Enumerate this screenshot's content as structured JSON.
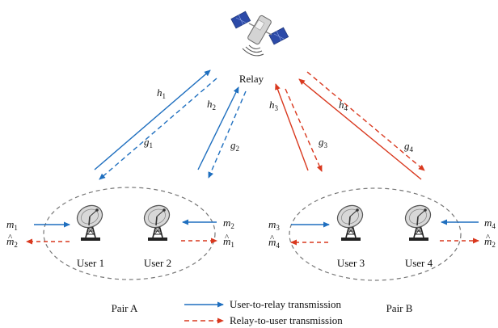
{
  "relay": {
    "label": "Relay"
  },
  "users": [
    {
      "id": "user-1",
      "label": "User 1"
    },
    {
      "id": "user-2",
      "label": "User 2"
    },
    {
      "id": "user-3",
      "label": "User 3"
    },
    {
      "id": "user-4",
      "label": "User 4"
    }
  ],
  "pairs": [
    {
      "id": "pair-a",
      "label": "Pair A"
    },
    {
      "id": "pair-b",
      "label": "Pair B"
    }
  ],
  "uplink_channels": [
    {
      "sym": "h",
      "sub": "1"
    },
    {
      "sym": "h",
      "sub": "2"
    },
    {
      "sym": "h",
      "sub": "3"
    },
    {
      "sym": "h",
      "sub": "4"
    }
  ],
  "downlink_channels": [
    {
      "sym": "g",
      "sub": "1"
    },
    {
      "sym": "g",
      "sub": "2"
    },
    {
      "sym": "g",
      "sub": "3"
    },
    {
      "sym": "g",
      "sub": "4"
    }
  ],
  "messages_in": [
    {
      "sym": "m",
      "sub": "1"
    },
    {
      "sym": "m",
      "sub": "2"
    },
    {
      "sym": "m",
      "sub": "3"
    },
    {
      "sym": "m",
      "sub": "4"
    }
  ],
  "messages_out": [
    {
      "sym": "m",
      "sub": "2",
      "hat": "^"
    },
    {
      "sym": "m",
      "sub": "1",
      "hat": "^"
    },
    {
      "sym": "m",
      "sub": "4",
      "hat": "^"
    },
    {
      "sym": "m",
      "sub": "2",
      "hat": "^"
    }
  ],
  "legend": [
    {
      "label": "User-to-relay transmission",
      "style": "solid",
      "color": "#1f6fbf"
    },
    {
      "label": "Relay-to-user transmission",
      "style": "dashed",
      "color": "#d9381e"
    }
  ],
  "colors": {
    "blue": "#1f6fbf",
    "red": "#d9381e",
    "ellipse": "#777777"
  },
  "icons": {
    "relay": "satellite-icon",
    "user": "dish-antenna-icon"
  }
}
